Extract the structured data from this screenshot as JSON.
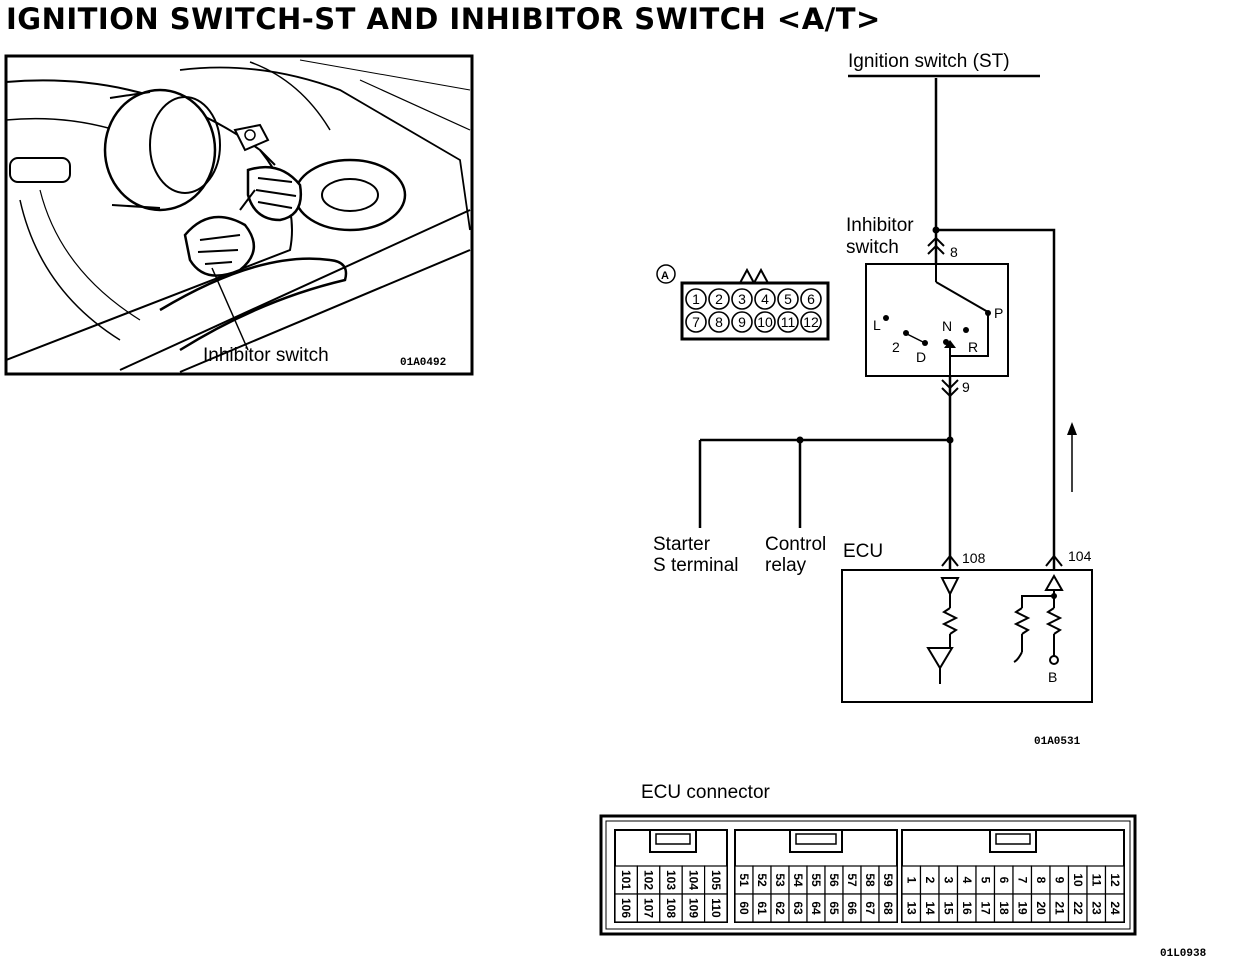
{
  "title": "IGNITION SWITCH-ST AND INHIBITOR SWITCH <A/T>",
  "photo": {
    "callout": "Inhibitor switch",
    "code": "01A0492"
  },
  "wiring": {
    "ignition_switch": "Ignition switch (ST)",
    "inhibitor_switch_line1": "Inhibitor",
    "inhibitor_switch_line2": "switch",
    "terminal_8": "8",
    "terminal_9": "9",
    "positions": [
      "L",
      "2",
      "D",
      "N",
      "R",
      "P"
    ],
    "starter_line1": "Starter",
    "starter_line2": "S terminal",
    "relay_line1": "Control",
    "relay_line2": "relay",
    "ecu": "ECU",
    "pin_108": "108",
    "pin_104": "104",
    "battery": "B",
    "code": "01A0531"
  },
  "connector_a": {
    "marker": "A",
    "top_row": [
      "1",
      "2",
      "3",
      "4",
      "5",
      "6"
    ],
    "bottom_row": [
      "7",
      "8",
      "9",
      "10",
      "11",
      "12"
    ]
  },
  "ecu_connector": {
    "label": "ECU connector",
    "code": "01L0938",
    "group1_top": [
      "101",
      "102",
      "103",
      "104",
      "105"
    ],
    "group1_bottom": [
      "106",
      "107",
      "108",
      "109",
      "110"
    ],
    "group2_top": [
      "51",
      "52",
      "53",
      "54",
      "55",
      "56",
      "57",
      "58",
      "59"
    ],
    "group2_bottom": [
      "60",
      "61",
      "62",
      "63",
      "64",
      "65",
      "66",
      "67",
      "68"
    ],
    "group3_top": [
      "1",
      "2",
      "3",
      "4",
      "5",
      "6",
      "7",
      "8",
      "9",
      "10",
      "11",
      "12"
    ],
    "group3_bottom": [
      "13",
      "14",
      "15",
      "16",
      "17",
      "18",
      "19",
      "20",
      "21",
      "22",
      "23",
      "24"
    ]
  }
}
